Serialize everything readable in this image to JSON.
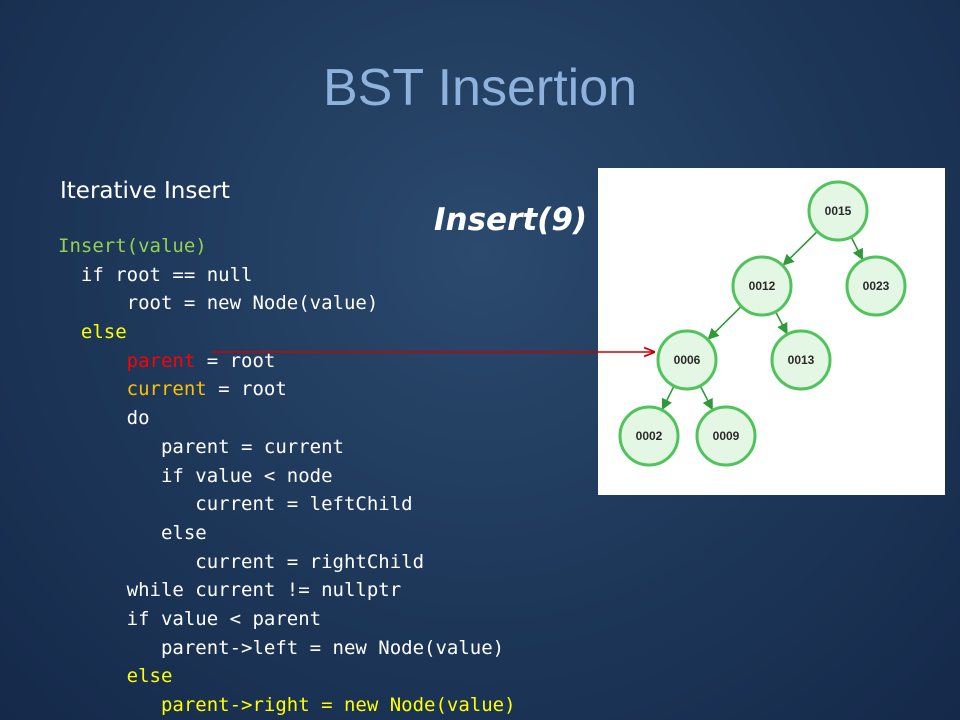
{
  "title": "BST Insertion",
  "subtitle": "Iterative Insert",
  "insert_label": "Insert(9)",
  "code_lines": [
    {
      "indent": "",
      "segments": [
        {
          "text": "Insert(value)",
          "color": "green"
        }
      ]
    },
    {
      "indent": "  ",
      "segments": [
        {
          "text": "if root == null",
          "color": "white"
        }
      ]
    },
    {
      "indent": "      ",
      "segments": [
        {
          "text": "root = new Node(value)",
          "color": "white"
        }
      ]
    },
    {
      "indent": "  ",
      "segments": [
        {
          "text": "else",
          "color": "yellow"
        }
      ]
    },
    {
      "indent": "      ",
      "segments": [
        {
          "text": "parent",
          "color": "red"
        },
        {
          "text": " = root",
          "color": "white"
        }
      ]
    },
    {
      "indent": "      ",
      "segments": [
        {
          "text": "current",
          "color": "orange"
        },
        {
          "text": " = root",
          "color": "white"
        }
      ]
    },
    {
      "indent": "      ",
      "segments": [
        {
          "text": "do",
          "color": "white"
        }
      ]
    },
    {
      "indent": "         ",
      "segments": [
        {
          "text": "parent = current",
          "color": "white"
        }
      ]
    },
    {
      "indent": "         ",
      "segments": [
        {
          "text": "if value < node",
          "color": "white"
        }
      ]
    },
    {
      "indent": "            ",
      "segments": [
        {
          "text": "current = leftChild",
          "color": "white"
        }
      ]
    },
    {
      "indent": "         ",
      "segments": [
        {
          "text": "else",
          "color": "white"
        }
      ]
    },
    {
      "indent": "            ",
      "segments": [
        {
          "text": "current = rightChild",
          "color": "white"
        }
      ]
    },
    {
      "indent": "      ",
      "segments": [
        {
          "text": "while current != nullptr",
          "color": "white"
        }
      ]
    },
    {
      "indent": "      ",
      "segments": [
        {
          "text": "if value < parent",
          "color": "white"
        }
      ]
    },
    {
      "indent": "         ",
      "segments": [
        {
          "text": "parent->left = new Node(value)",
          "color": "white"
        }
      ]
    },
    {
      "indent": "      ",
      "segments": [
        {
          "text": "else",
          "color": "yellow"
        }
      ]
    },
    {
      "indent": "         ",
      "segments": [
        {
          "text": "parent->",
          "color": "yellow"
        },
        {
          "text": "right = new Node(value)",
          "color": "yellow"
        }
      ]
    }
  ],
  "tree": {
    "nodes": [
      {
        "id": "n15",
        "label": "0015"
      },
      {
        "id": "n12",
        "label": "0012"
      },
      {
        "id": "n23",
        "label": "0023"
      },
      {
        "id": "n06",
        "label": "0006"
      },
      {
        "id": "n13",
        "label": "0013"
      },
      {
        "id": "n02",
        "label": "0002"
      },
      {
        "id": "n09",
        "label": "0009"
      }
    ],
    "edges": [
      {
        "from": "n15",
        "to": "n12"
      },
      {
        "from": "n15",
        "to": "n23"
      },
      {
        "from": "n12",
        "to": "n06"
      },
      {
        "from": "n12",
        "to": "n13"
      },
      {
        "from": "n06",
        "to": "n02"
      },
      {
        "from": "n06",
        "to": "n09"
      }
    ],
    "highlight_pointer": {
      "from_code_line": 4,
      "to_node": "n06"
    }
  },
  "colors": {
    "node_fill": "#e4f6e4",
    "node_stroke": "#4fc45a",
    "edge": "#2f9a3a",
    "pointer": "#cc0000",
    "code_green": "#92d050",
    "code_yellow": "#ffff00",
    "code_red": "#ff0000",
    "code_orange": "#ffc000"
  }
}
